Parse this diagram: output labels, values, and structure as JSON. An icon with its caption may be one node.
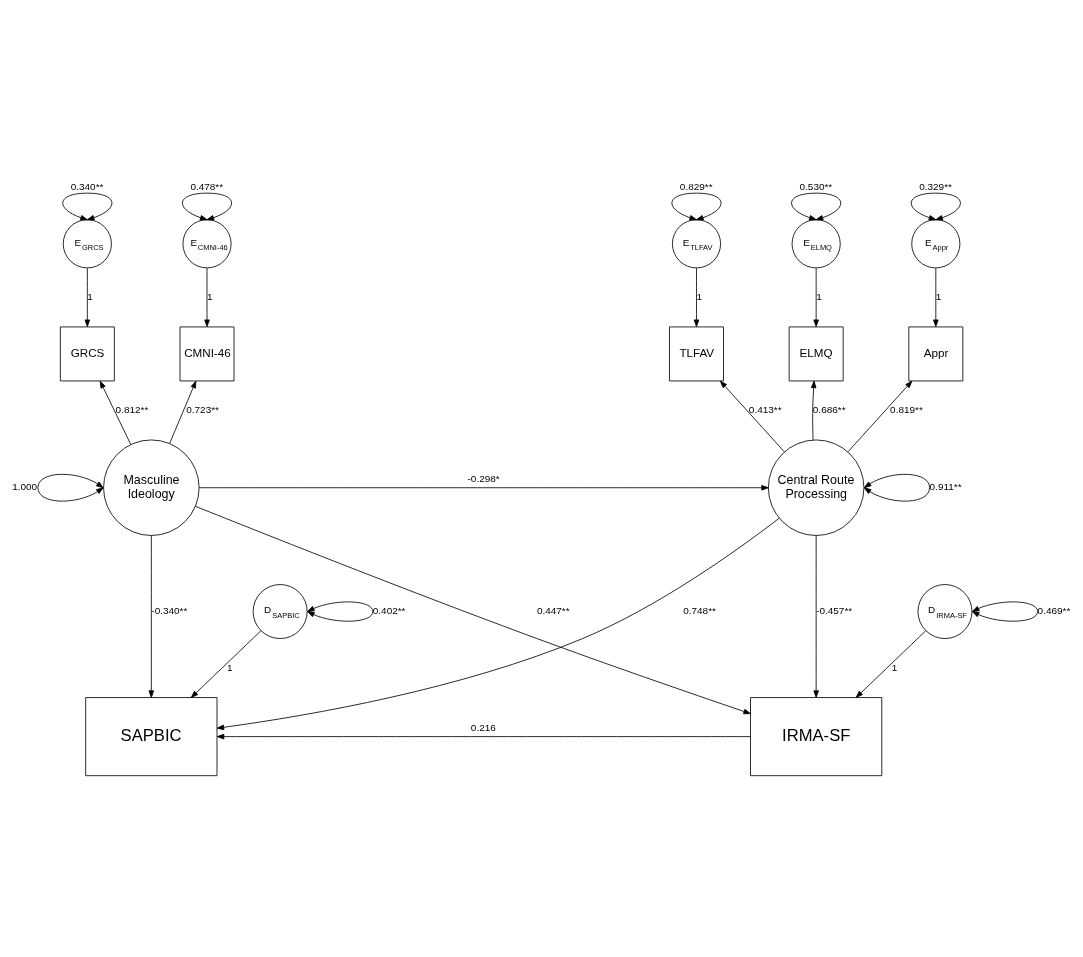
{
  "diagram": {
    "nodes": [
      {
        "text": [
          "E$_{CMNI-46}$"
        ]
      },
      {
        "text": [
          "E$_{GRCS}$"
        ]
      },
      {
        "text": [
          "E$_{TLFAV}$"
        ]
      },
      {
        "text": [
          "E$_{ELMQ}$"
        ]
      },
      {
        "text": [
          "E$_{Appr}$"
        ]
      },
      {
        "text": [
          "CMNI-46"
        ]
      },
      {
        "text": [
          "GRCS"
        ]
      },
      {
        "text": [
          "TLFAV"
        ]
      },
      {
        "text": [
          "ELMQ"
        ]
      },
      {
        "text": [
          "Appr"
        ]
      },
      {
        "text": [
          "Masculine Ideology"
        ]
      },
      {
        "text": [
          "Central Route Processing"
        ]
      },
      {
        "text": [
          "D$_{SAPBIC}$"
        ]
      },
      {
        "text": [
          "D$_{IRMA-SF}$"
        ]
      },
      {
        "text": [
          "SAPBIC"
        ]
      },
      {
        "text": [
          "IRMA-SF"
        ]
      }
    ],
    "edges": [
      {
        "from": 0,
        "to": 0,
        "arrow": "both",
        "label": "0.478**"
      },
      {
        "from": 1,
        "to": 1,
        "arrow": "both",
        "label": "0.340**"
      },
      {
        "from": 2,
        "to": 2,
        "arrow": "both",
        "label": "0.829**"
      },
      {
        "from": 3,
        "to": 3,
        "arrow": "both",
        "label": "0.530**"
      },
      {
        "from": 4,
        "to": 4,
        "arrow": "both",
        "label": "0.329**"
      },
      {
        "from": 0,
        "to": 5,
        "arrow": "to",
        "label": "1"
      },
      {
        "from": 1,
        "to": 6,
        "arrow": "to",
        "label": "1"
      },
      {
        "from": 2,
        "to": 7,
        "arrow": "to",
        "label": "1"
      },
      {
        "from": 3,
        "to": 8,
        "arrow": "to",
        "label": "1"
      },
      {
        "from": 4,
        "to": 9,
        "arrow": "to",
        "label": "1"
      },
      {
        "from": 10,
        "to": 5,
        "arrow": "to",
        "label": "0.723**"
      },
      {
        "from": 10,
        "to": 6,
        "arrow": "to",
        "label": "0.812**"
      },
      {
        "from": 11,
        "to": 7,
        "arrow": "to",
        "label": "0.413**"
      },
      {
        "from": 11,
        "to": 8,
        "arrow": "to",
        "label": "0.686**"
      },
      {
        "from": 11,
        "to": 9,
        "arrow": "to",
        "label": "0.819**"
      },
      {
        "from": 10,
        "to": 10,
        "arrow": "both",
        "label": "1.000"
      },
      {
        "from": 10,
        "to": 11,
        "arrow": "to",
        "label": "-0.298*"
      },
      {
        "from": 11,
        "to": 11,
        "arrow": "both",
        "label": "0.911**"
      },
      {
        "from": 10,
        "to": 15,
        "arrow": "to",
        "label": "0.447**"
      },
      {
        "from": 11,
        "to": 14,
        "arrow": "to",
        "label": "0.748**"
      },
      {
        "from": 12,
        "to": 12,
        "arrow": "both",
        "label": "0.402**"
      },
      {
        "from": 10,
        "to": 14,
        "arrow": "to",
        "label": "-0.340**"
      },
      {
        "from": 11,
        "to": 15,
        "arrow": "to",
        "label": "-0.457**"
      },
      {
        "from": 13,
        "to": 13,
        "arrow": "both",
        "label": "0.469**"
      },
      {
        "from": 12,
        "to": 14,
        "arrow": "to",
        "label": "1"
      },
      {
        "from": 13,
        "to": 15,
        "arrow": "to",
        "label": "1"
      },
      {
        "from": 15,
        "to": 14,
        "arrow": "to",
        "label": "0.216"
      }
    ]
  }
}
